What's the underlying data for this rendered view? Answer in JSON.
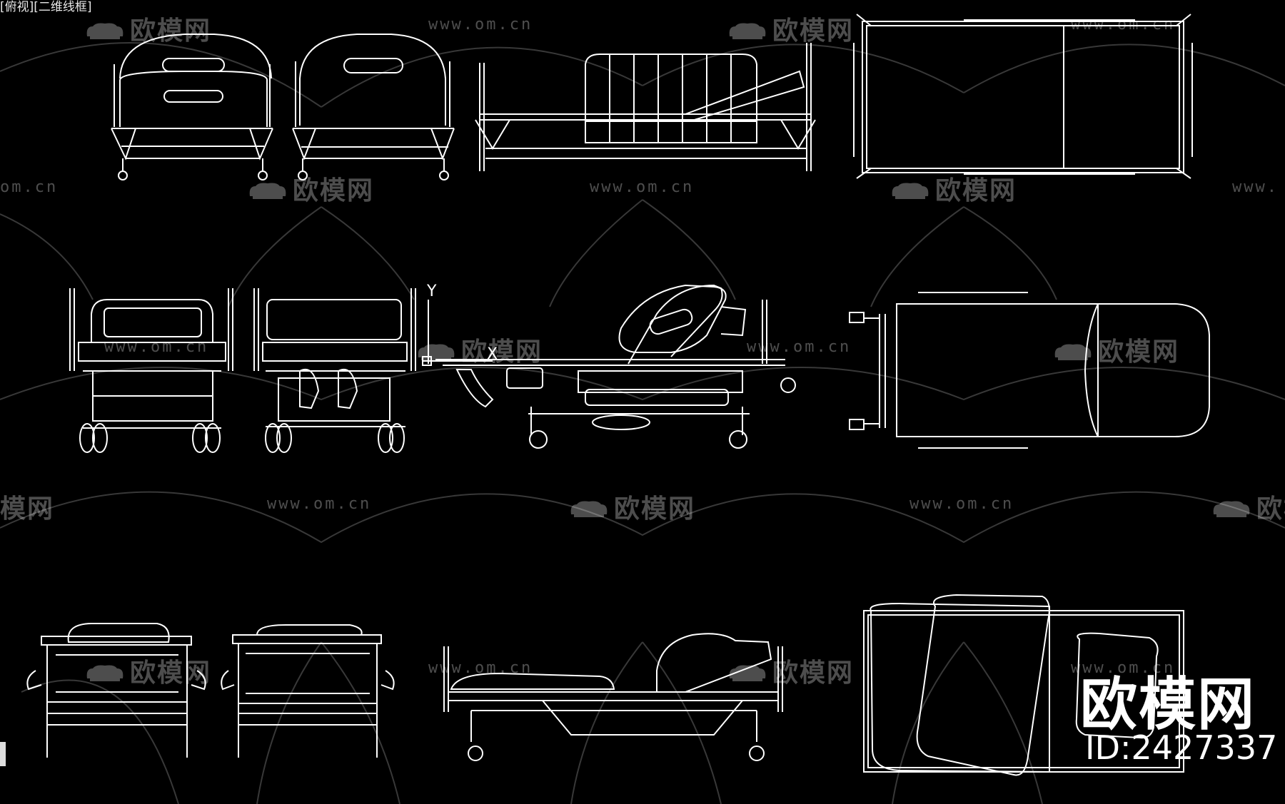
{
  "viewport": {
    "label": "[俯视][二维线框]"
  },
  "watermarks": {
    "brand": "欧模网",
    "url": "www.om.cn",
    "url_partial": "om.cn",
    "url_partial_right": "www.",
    "brand_partial": "模网"
  },
  "axis": {
    "y_label": "Y",
    "x_label": "X"
  },
  "logo_block": {
    "brand": "欧模网",
    "id": "ID:2427337"
  },
  "colors": {
    "background": "#000000",
    "lines": "#ffffff",
    "watermark": "rgba(255,255,255,0.30)"
  }
}
